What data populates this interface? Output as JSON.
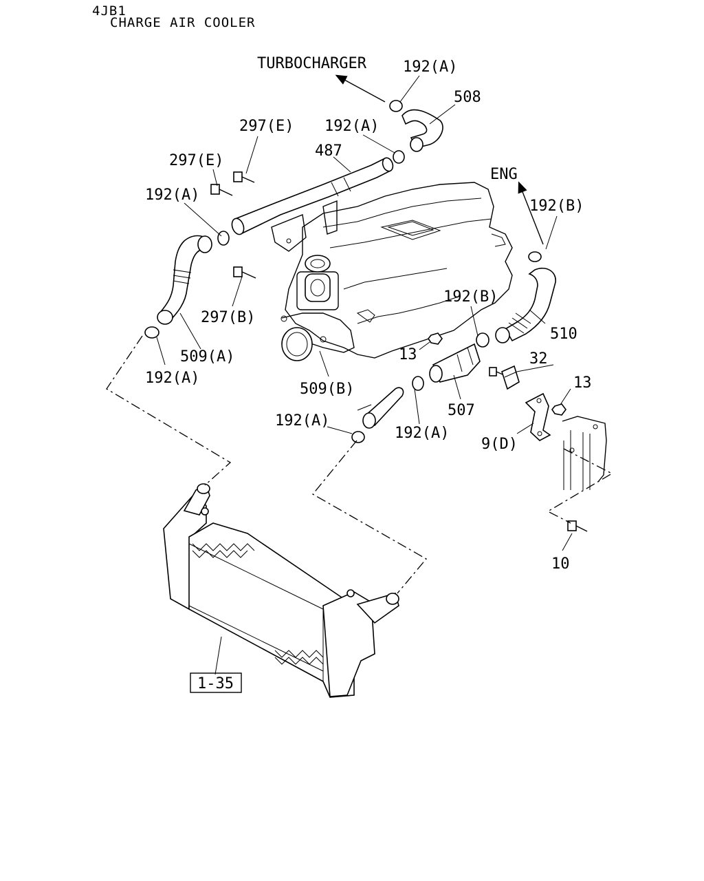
{
  "header": {
    "model": "4JB1",
    "title": "CHARGE AIR COOLER"
  },
  "labels": {
    "turbocharger": "TURBOCHARGER",
    "eng": "ENG",
    "clamp_a": "192(A)",
    "clamp_b": "192(B)",
    "bolt_e": "297(E)",
    "bolt_b": "297(B)",
    "pipe_487": "487",
    "hose_508": "508",
    "hose_509a": "509(A)",
    "hose_509b": "509(B)",
    "hose_510": "510",
    "pipe_507": "507",
    "nut_13": "13",
    "part_32": "32",
    "bracket_9d": "9(D)",
    "bolt_10": "10",
    "cooler_ref": "1-35"
  }
}
